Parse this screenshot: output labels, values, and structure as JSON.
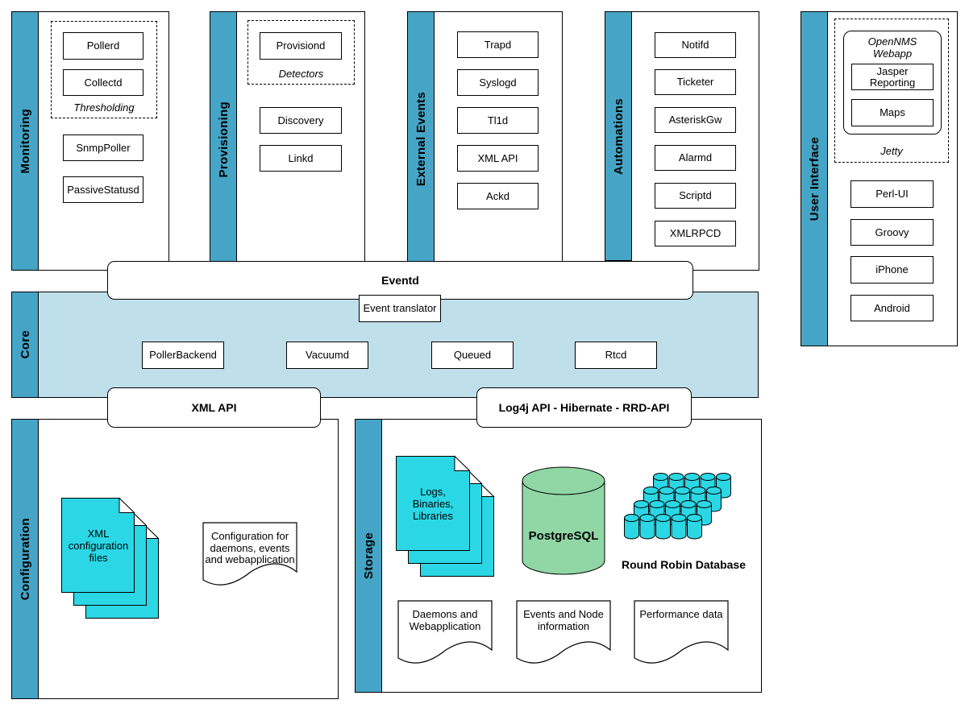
{
  "monitoring": {
    "title": "Monitoring",
    "group_label": "Thresholding",
    "grouped": [
      "Pollerd",
      "Collectd"
    ],
    "items": [
      "SnmpPoller",
      "PassiveStatusd"
    ]
  },
  "provisioning": {
    "title": "Provisioning",
    "grouped": [
      "Provisiond"
    ],
    "group_label": "Detectors",
    "items": [
      "Discovery",
      "Linkd"
    ]
  },
  "external_events": {
    "title": "External Events",
    "items": [
      "Trapd",
      "Syslogd",
      "Tl1d",
      "XML API",
      "Ackd"
    ]
  },
  "automations": {
    "title": "Automations",
    "items": [
      "Notifd",
      "Ticketer",
      "AsteriskGw",
      "Alarmd",
      "Scriptd",
      "XMLRPCD"
    ]
  },
  "user_interface": {
    "title": "User Interface",
    "webapp_label": "OpenNMS Webapp",
    "webapp_items": [
      "Jasper Reporting",
      "Maps"
    ],
    "jetty_label": "Jetty",
    "items": [
      "Perl-UI",
      "Groovy",
      "iPhone",
      "Android"
    ]
  },
  "core": {
    "title": "Core",
    "eventd": "Eventd",
    "event_translator": "Event translator",
    "daemons": [
      "PollerBackend",
      "Vacuumd",
      "Queued",
      "Rtcd"
    ],
    "xml_api_bar": "XML API",
    "log4j_bar": "Log4j API - Hibernate - RRD-API"
  },
  "configuration": {
    "title": "Configuration",
    "xml_files_label": "XML configuration files",
    "config_doc_label": "Configuration for daemons, events and webapplication"
  },
  "storage": {
    "title": "Storage",
    "logs_stack_label": "Logs, Binaries, Libraries",
    "database_label": "PostgreSQL",
    "rrd_label": "Round Robin Database",
    "docs": [
      "Daemons and Webapplication",
      "Events and Node information",
      "Performance data"
    ]
  },
  "colors": {
    "sidebar_teal": "#46a5c6",
    "core_band_blue": "#bfdfeb",
    "document_cyan": "#2bd7e5",
    "database_green": "#90d7a5",
    "border": "#000000",
    "background": "#ffffff"
  }
}
